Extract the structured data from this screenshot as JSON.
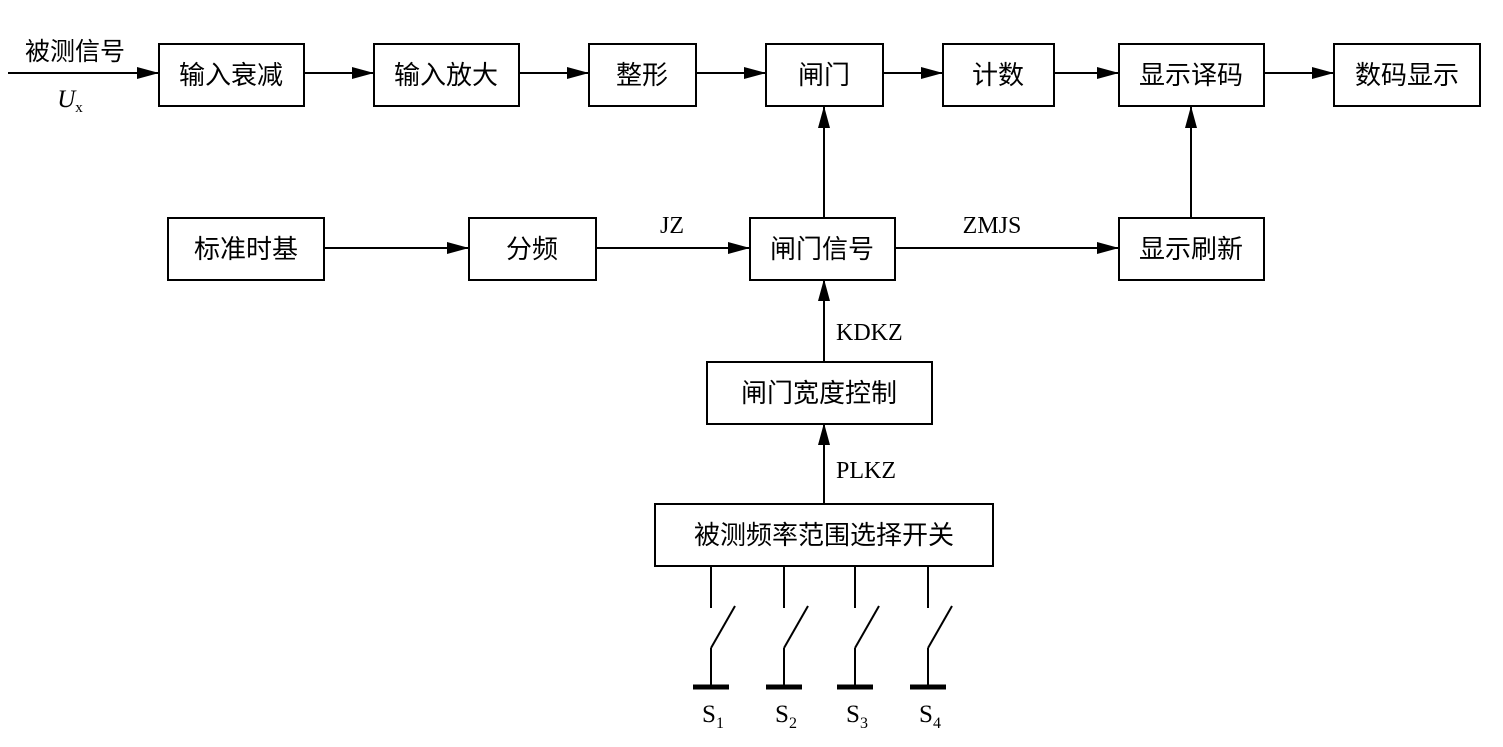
{
  "input_signal": {
    "label": "被测信号",
    "symbol": "U",
    "subscript": "x"
  },
  "blocks": {
    "input_attenuation": "输入衰减",
    "input_amplifier": "输入放大",
    "shaping": "整形",
    "gate": "闸门",
    "counter": "计数",
    "display_decoder": "显示译码",
    "digital_display": "数码显示",
    "time_base": "标准时基",
    "frequency_divider": "分频",
    "gate_signal": "闸门信号",
    "display_refresh": "显示刷新",
    "gate_width_control": "闸门宽度控制",
    "range_switch": "被测频率范围选择开关"
  },
  "signals": {
    "jz": "JZ",
    "zmjs": "ZMJS",
    "kdkz": "KDKZ",
    "plkz": "PLKZ"
  },
  "switches": [
    {
      "name": "S",
      "sub": "1"
    },
    {
      "name": "S",
      "sub": "2"
    },
    {
      "name": "S",
      "sub": "3"
    },
    {
      "name": "S",
      "sub": "4"
    }
  ]
}
